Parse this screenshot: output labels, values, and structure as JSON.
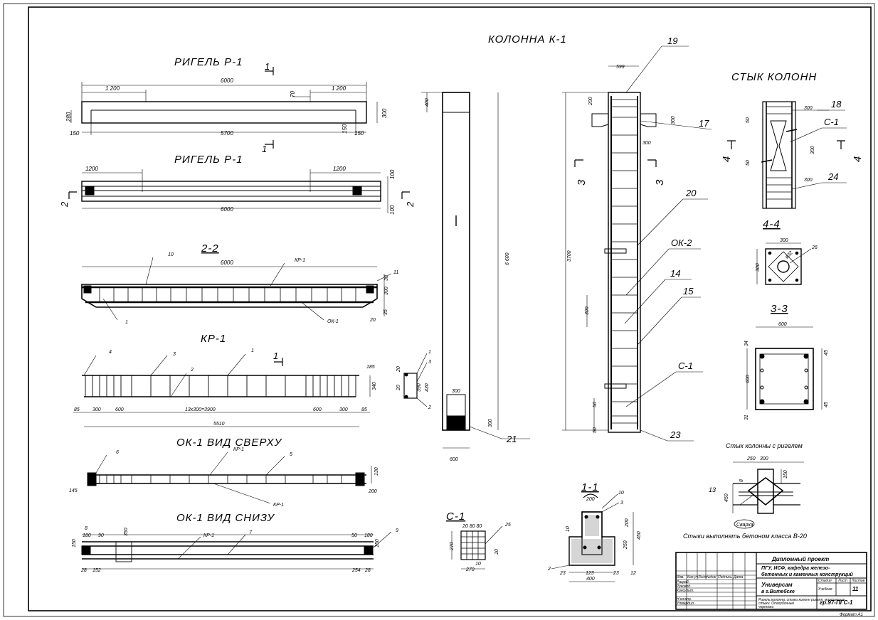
{
  "views": {
    "rigel_elev": {
      "title": "РИГЕЛЬ Р-1",
      "cut": "1",
      "d_total": "6000",
      "d_left": "1 200",
      "d_right": "1 200",
      "d_gap": "70",
      "d_h": "280",
      "d_h2": "300",
      "d_bottom": "5700",
      "d_l": "150",
      "d_r": "150",
      "d_r2": "150"
    },
    "rigel_plan": {
      "title": "РИГЕЛЬ Р-1",
      "cut": "2",
      "d_left": "1200",
      "d_right": "1200",
      "d_total": "6000",
      "d_100a": "100",
      "d_100b": "100"
    },
    "sec22": {
      "title": "2-2",
      "d_total": "6000",
      "callout_kr": "КР-1",
      "callout_ok": "ОК-1",
      "n10": "10",
      "n1": "1",
      "n11": "11",
      "d30": "30",
      "d300": "300",
      "d35": "35",
      "d20": "20"
    },
    "kr1": {
      "title": "КР-1",
      "cut": "1",
      "n4": "4",
      "n3": "3",
      "n2": "2",
      "n1": "1",
      "d185": "185",
      "d340": "340",
      "d85a": "85",
      "d300a": "300",
      "d600a": "600",
      "d_mid": "13x300=3900",
      "d600b": "600",
      "d300b": "300",
      "d85b": "85",
      "d_total": "5510"
    },
    "ok1_top": {
      "title": "ОК-1  ВИД  СВЕРХУ",
      "n6": "6",
      "kr_a": "КР-1",
      "n5": "5",
      "kr_b": "КР-1",
      "d145": "145",
      "d130": "130",
      "d200": "200"
    },
    "ok1_bot": {
      "title": "ОК-1  ВИД  СНИЗУ",
      "n8": "8",
      "n9": "9",
      "n7": "7",
      "kr": "КР-1",
      "d180": "180",
      "d90": "90",
      "d350": "350",
      "d150": "150",
      "d28": "28",
      "d152": "152",
      "d50": "50",
      "d180b": "180",
      "d150b": "150",
      "d254": "254",
      "d28b": "28"
    },
    "sec11_bar": {
      "n1": "1",
      "n3": "3",
      "n2": "2",
      "d20a": "20",
      "d390": "390",
      "d430": "430",
      "d20b": "20"
    },
    "col_elev": {
      "title": "КОЛОННА  К-1",
      "mark": "I",
      "d400": "400",
      "d6600": "6 600",
      "d300": "300",
      "d300b": "300",
      "d600": "600",
      "n21": "21"
    },
    "col_arm": {
      "n19": "19",
      "n17": "17",
      "n20": "20",
      "nok2": "ОК-2",
      "n14": "14",
      "n15": "15",
      "nc1": "С-1",
      "n23": "23",
      "cut": "3",
      "d599": "599",
      "d200": "200",
      "d300": "300",
      "d300b": "300",
      "d3700": "3700",
      "d300c": "300",
      "d50": "50",
      "d50b": "50"
    },
    "joint": {
      "title": "СТЫК  КОЛОНН",
      "n18": "18",
      "nc1": "С-1",
      "n24": "24",
      "cut": "4",
      "d300": "300",
      "d300b": "300",
      "d300c": "300",
      "d50": "50",
      "d50b": "50"
    },
    "sec44": {
      "title": "4-4",
      "d300": "300",
      "d300b": "300",
      "d26": "26",
      "d_dia": "ø32"
    },
    "sec33": {
      "title": "3-3",
      "d600": "600",
      "d600b": "600",
      "d34": "34",
      "d45": "45",
      "d31": "31",
      "d45b": "45"
    },
    "joint_rigel": {
      "title": "Стык колонны с ригелем",
      "note": "Стыки выполнять бетоном класса B-20",
      "weld": "Сварка",
      "d250": "250",
      "d300": "300",
      "d150": "150",
      "d8": "8",
      "d450": "450",
      "n13": "13"
    },
    "c1": {
      "title": "С-1",
      "n25": "25",
      "d20": "20 80 80",
      "d270": "270",
      "d270b": "270",
      "d10": "10",
      "d10b": "10"
    },
    "sec11": {
      "title": "1-1",
      "n10": "10",
      "n3": "3",
      "d200": "200",
      "d10": "10",
      "d200b": "200",
      "d450": "450",
      "d250": "250",
      "n2": "2",
      "d23": "23",
      "d123": "123",
      "d23b": "23",
      "n12": "12",
      "d400": "400"
    }
  },
  "title_block": {
    "project": "Дипломный проект",
    "org": "ПГУ, ИСФ, кафедра железо-",
    "org2": "бетонных и каменных конструкций",
    "subject": "Универсам",
    "subject2": "в г.Витебске",
    "stage_h": "Стадия",
    "sheet_h": "Лист",
    "sheets_h": "Листов",
    "stage": "Учебная",
    "sheet": "11",
    "drawing": "Ригель,колонна, стыки колонн ригеля, монтажные",
    "drawing2": "стыки. Опалубочные",
    "drawing3": "чертежи",
    "code": "гр.97-ПГС-1",
    "rows": [
      "Изм.",
      "Кол.уч",
      "Лист",
      "№док",
      "Подпись",
      "Дата"
    ],
    "people": [
      "Разраб.",
      "Руковод.",
      "Консульт.",
      "Н.контр.",
      "Утвердил"
    ],
    "format": "Формат  А1"
  }
}
